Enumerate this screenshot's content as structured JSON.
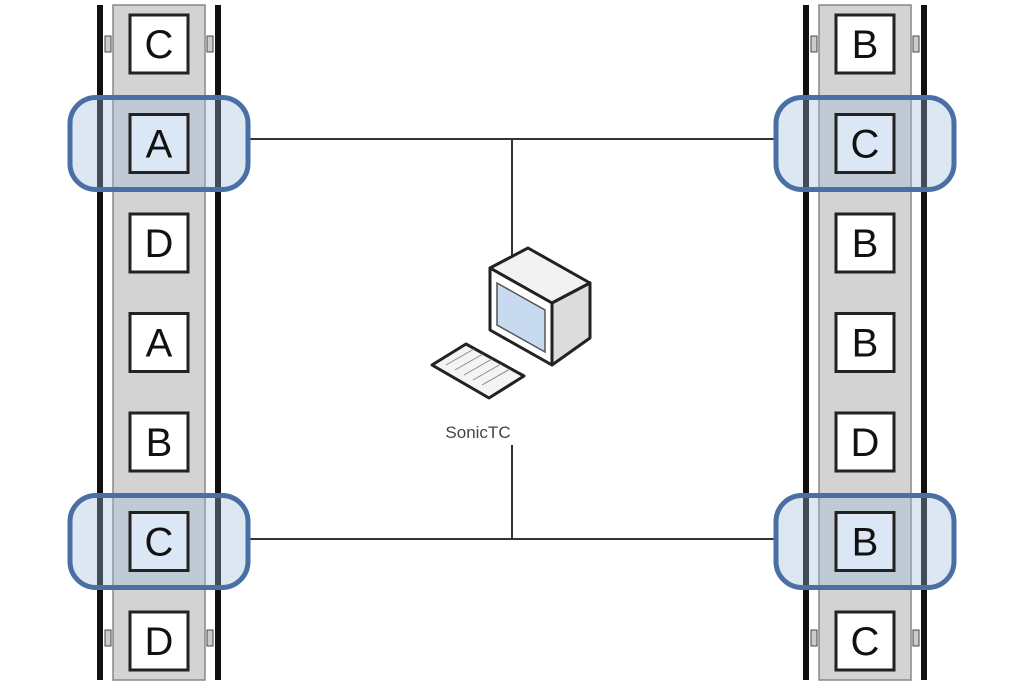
{
  "colors": {
    "rail_fill": "#d3d3d3",
    "rail_line": "#111111",
    "slot_border": "#222222",
    "slot_fill": "#ffffff",
    "highlight_stroke": "#4a6fa5",
    "highlight_fill": "#9fb9d8",
    "highlight_slot_fill": "#dce7f5",
    "connector": "#333333"
  },
  "left_rack": {
    "slots": [
      "C",
      "A",
      "D",
      "A",
      "B",
      "C",
      "D"
    ],
    "highlighted": [
      1,
      5
    ]
  },
  "right_rack": {
    "slots": [
      "B",
      "C",
      "B",
      "B",
      "D",
      "B",
      "C"
    ],
    "highlighted": [
      1,
      5
    ]
  },
  "computer": {
    "icon": "desktop-computer-icon",
    "label": "SonicTC"
  }
}
